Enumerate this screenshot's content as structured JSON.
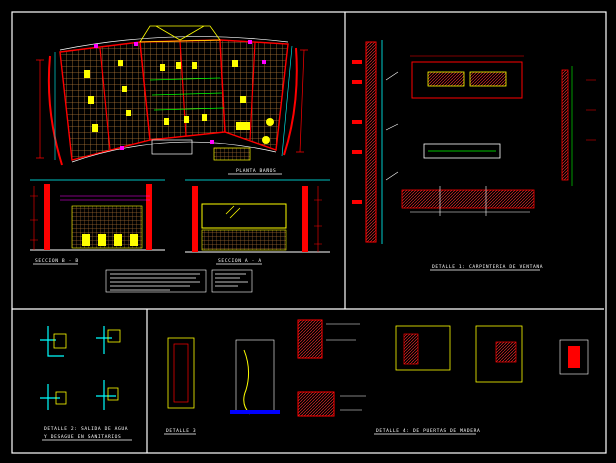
{
  "colors": {
    "paper": "#ffffff",
    "sheet": "#000000",
    "frame": "#ffffff",
    "wall": "#ff0000",
    "grid": "#c08040",
    "yellow": "#ffff00",
    "cyan": "#00ffff",
    "green": "#00ff00",
    "magenta": "#ff00ff",
    "blue": "#0000ff"
  },
  "labels": {
    "planta": "PLANTA BAÑOS",
    "seccion_bb": "SECCION B - B",
    "seccion_aa": "SECCION A - A",
    "detalle1": "DETALLE 1: CARPINTERIA DE VENTANA",
    "detalle2_l1": "DETALLE 2: SALIDA DE AGUA",
    "detalle2_l2": "Y DESAGUE EN SANITARIOS",
    "detalle3": "DETALLE 3",
    "detalle4": "DETALLE 4: DE PUERTAS DE MADERA"
  }
}
